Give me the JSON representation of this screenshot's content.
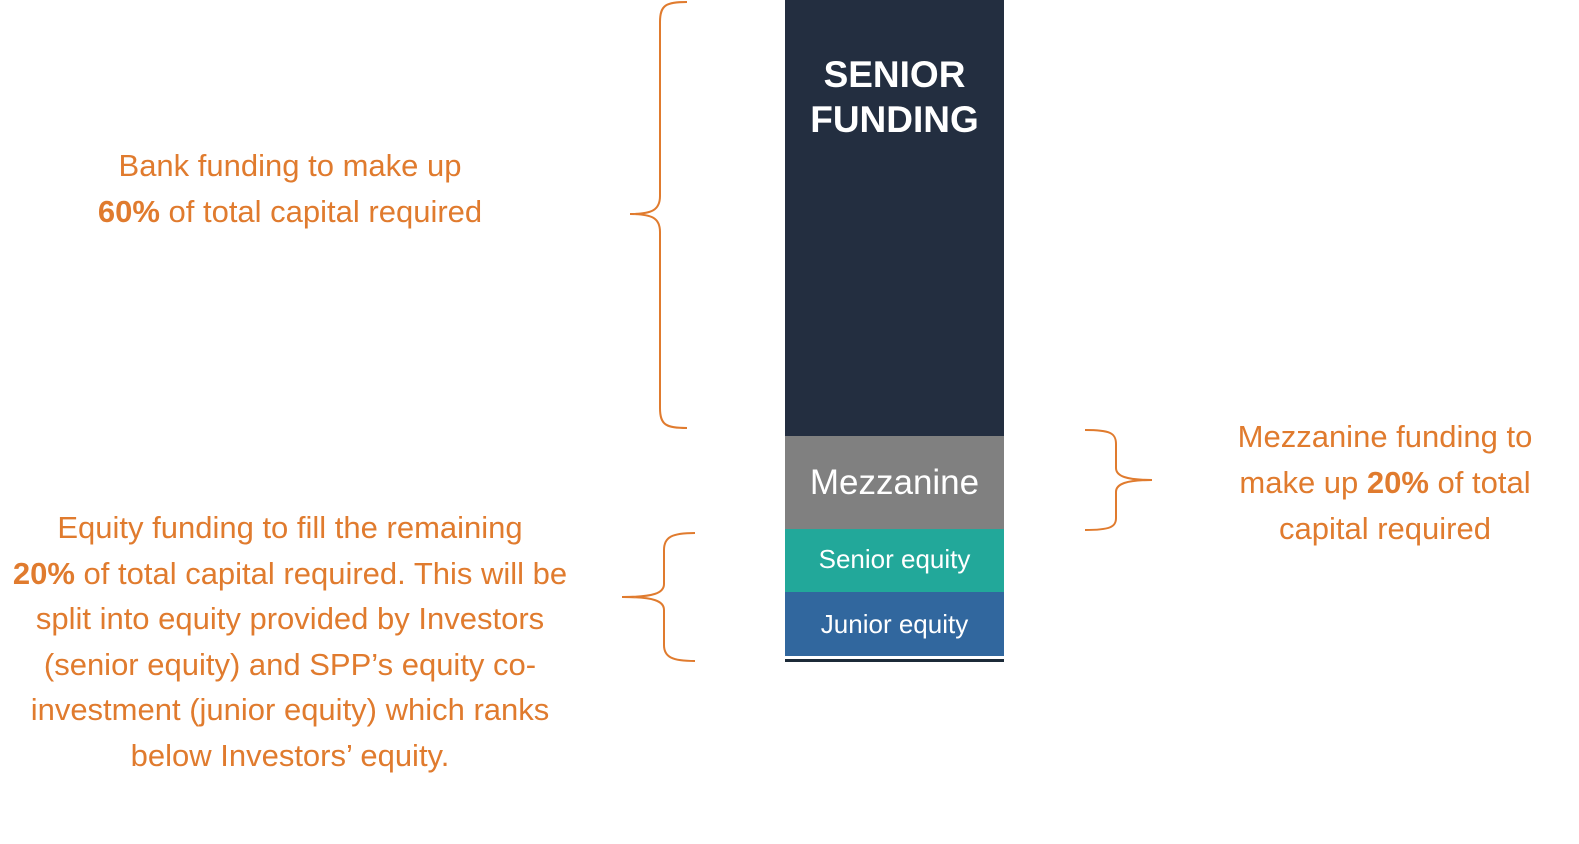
{
  "stack": {
    "senior_funding": "SENIOR FUNDING",
    "mezzanine": "Mezzanine",
    "senior_equity": "Senior equity",
    "junior_equity": "Junior equity"
  },
  "notes": {
    "bank": {
      "line1": "Bank funding to make up",
      "pct": "60%",
      "rest": " of total capital required"
    },
    "mezzanine": {
      "line1": "Mezzanine funding to make up ",
      "pct": "20%",
      "rest": " of total capital required"
    },
    "equity": {
      "line1": "Equity funding to fill the remaining",
      "pct": "20%",
      "rest": " of total capital required. This will be split into equity provided by Investors (senior equity) and SPP’s equity co-investment (junior equity) which ranks below Investors’ equity."
    }
  },
  "colors": {
    "senior_funding": "#232e40",
    "mezzanine": "#808080",
    "senior_equity": "#22a89a",
    "junior_equity": "#31679e",
    "annotation": "#e07b2e"
  }
}
